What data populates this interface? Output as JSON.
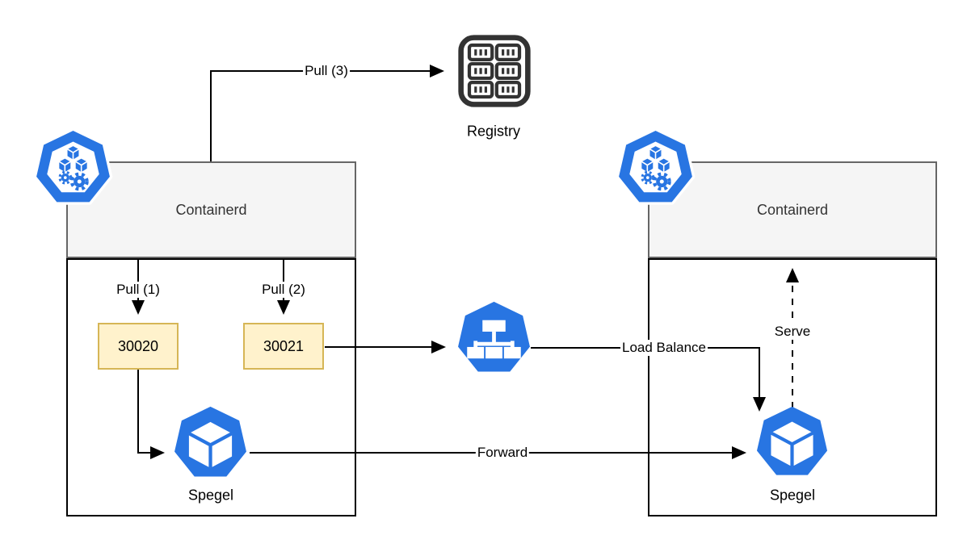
{
  "colors": {
    "accent-blue": "#2875E2",
    "header-fill": "#f5f5f5",
    "header-border": "#666666",
    "box-border": "#000000",
    "port-fill": "#fff2cc",
    "port-border": "#d6b656",
    "registry-dark": "#333333",
    "line": "#000000",
    "header-text": "#333333"
  },
  "nodes": {
    "registry": {
      "label": "Registry",
      "icon": "registry-icon"
    },
    "cluster_left": {
      "header_label": "Containerd",
      "icon": "kubernetes-workload-icon"
    },
    "cluster_right": {
      "header_label": "Containerd",
      "icon": "kubernetes-workload-icon"
    },
    "port1": {
      "label": "30020"
    },
    "port2": {
      "label": "30021"
    },
    "spegel_left": {
      "label": "Spegel",
      "icon": "spegel-cube-icon"
    },
    "spegel_right": {
      "label": "Spegel",
      "icon": "spegel-cube-icon"
    },
    "load_balancer": {
      "icon": "load-balancer-icon"
    }
  },
  "edges": {
    "pull1": {
      "label": "Pull (1)"
    },
    "pull2": {
      "label": "Pull (2)"
    },
    "pull3": {
      "label": "Pull (3)"
    },
    "load_balance": {
      "label": "Load Balance"
    },
    "forward": {
      "label": "Forward"
    },
    "serve": {
      "label": "Serve"
    }
  }
}
